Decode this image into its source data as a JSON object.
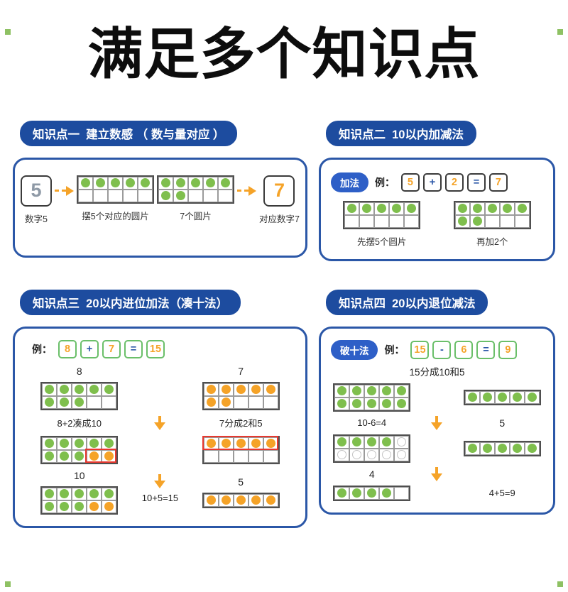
{
  "title": "满足多个知识点",
  "colors": {
    "title_black": "#0d0d0d",
    "header_navy": "#1d4c9f",
    "panel_border_blue": "#2b57a7",
    "method_pill_blue": "#2e5fc7",
    "dot_green": "#7fbf4d",
    "dot_orange": "#f5a328",
    "number_orange": "#f5a328",
    "number_gray": "#8e99a6",
    "operator_blue": "#2b57a7",
    "eq_green_border": "#6abf69",
    "highlight_red": "#e8382f",
    "corner_mark_green": "#7ab648"
  },
  "s1": {
    "header": "知识点一  建立数感 （ 数与量对应 ）",
    "num_left": "5",
    "num_left_label": "数字5",
    "frame_a_label": "摆5个对应的圆片",
    "frame_b_label": "7个圆片",
    "num_right": "7",
    "num_right_label": "对应数字7",
    "frames": {
      "a": {
        "cols": 5,
        "rows": 2,
        "dots": [
          "g",
          "g",
          "g",
          "g",
          "g",
          "",
          "",
          "",
          "",
          ""
        ]
      },
      "b": {
        "cols": 5,
        "rows": 2,
        "dots": [
          "g",
          "g",
          "g",
          "g",
          "g",
          "g",
          "g",
          "",
          "",
          ""
        ]
      }
    }
  },
  "s2": {
    "header": "知识点二  10以内加减法",
    "method": "加法",
    "example_label": "例：",
    "equation": [
      "5",
      "+",
      "2",
      "=",
      "7"
    ],
    "frame_a_label": "先摆5个圆片",
    "frame_b_label": "再加2个",
    "frames": {
      "a": {
        "cols": 5,
        "rows": 2,
        "dots": [
          "g",
          "g",
          "g",
          "g",
          "g",
          "",
          "",
          "",
          "",
          ""
        ]
      },
      "b": {
        "cols": 5,
        "rows": 2,
        "dots": [
          "g",
          "g",
          "g",
          "g",
          "g",
          "g",
          "g",
          "",
          "",
          ""
        ]
      }
    }
  },
  "s3": {
    "header": "知识点三  20以内进位加法（凑十法）",
    "example_label": "例：",
    "equation": [
      "8",
      "+",
      "7",
      "=",
      "15"
    ],
    "left_top_label": "8",
    "right_top_label": "7",
    "left_caption": "8+2凑成10",
    "right_caption": "7分成2和5",
    "left_bottom_label": "10",
    "middle_equation": "10+5=15",
    "right_bottom_label": "5",
    "frames": {
      "eight": {
        "cols": 5,
        "rows": 2,
        "dots": [
          "g",
          "g",
          "g",
          "g",
          "g",
          "g",
          "g",
          "g",
          "",
          ""
        ]
      },
      "seven": {
        "cols": 5,
        "rows": 2,
        "dots": [
          "o",
          "o",
          "o",
          "o",
          "o",
          "o",
          "o",
          "",
          "",
          ""
        ]
      },
      "eight_plus_two": {
        "cols": 5,
        "rows": 2,
        "dots": [
          "g",
          "g",
          "g",
          "g",
          "g",
          "g",
          "g",
          "g",
          "o",
          "o"
        ],
        "red_box": {
          "row": 1,
          "col": 3,
          "cols": 2,
          "rows": 1
        }
      },
      "seven_split": {
        "cols": 5,
        "rows": 2,
        "dots": [
          "o",
          "o",
          "o",
          "o",
          "o",
          "",
          "",
          "",
          "",
          ""
        ],
        "red_box": {
          "row": 0,
          "col": 0,
          "cols": 5,
          "rows": 1
        }
      },
      "ten": {
        "cols": 5,
        "rows": 2,
        "dots": [
          "g",
          "g",
          "g",
          "g",
          "g",
          "g",
          "g",
          "g",
          "o",
          "o"
        ]
      },
      "five": {
        "cols": 5,
        "rows": 1,
        "dots": [
          "o",
          "o",
          "o",
          "o",
          "o"
        ]
      }
    }
  },
  "s4": {
    "header": "知识点四  20以内退位减法",
    "method": "破十法",
    "example_label": "例：",
    "equation": [
      "15",
      "-",
      "6",
      "=",
      "9"
    ],
    "split_label": "15分成10和5",
    "subtract_label": "10-6=4",
    "right_label": "5",
    "result_label": "4",
    "sum_label": "4+5=9",
    "frames": {
      "ten": {
        "cols": 5,
        "rows": 2,
        "dots": [
          "g",
          "g",
          "g",
          "g",
          "g",
          "g",
          "g",
          "g",
          "g",
          "g"
        ]
      },
      "five_a": {
        "cols": 5,
        "rows": 1,
        "dots": [
          "g",
          "g",
          "g",
          "g",
          "g"
        ]
      },
      "ten_minus_six": {
        "cols": 5,
        "rows": 2,
        "dots": [
          "g",
          "g",
          "g",
          "g",
          "e",
          "e",
          "e",
          "e",
          "e",
          "e"
        ]
      },
      "five_b": {
        "cols": 5,
        "rows": 1,
        "dots": [
          "g",
          "g",
          "g",
          "g",
          "g"
        ]
      },
      "four": {
        "cols": 5,
        "rows": 1,
        "dots": [
          "g",
          "g",
          "g",
          "g",
          ""
        ]
      }
    }
  }
}
